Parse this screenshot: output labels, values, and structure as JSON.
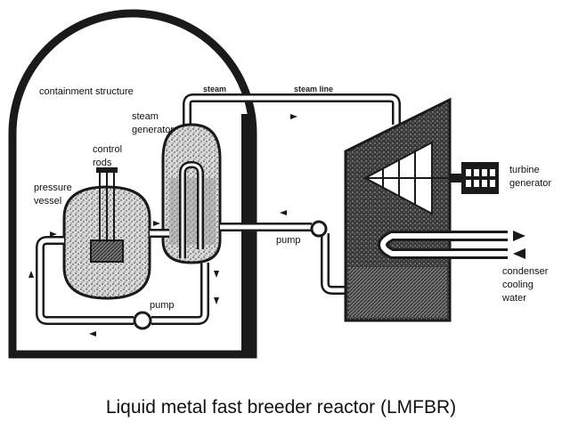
{
  "labels": {
    "containment": "containment structure",
    "steam_gen_1": "steam",
    "steam_gen_2": "generator",
    "control_1": "control",
    "control_2": "rods",
    "pressure_1": "pressure",
    "pressure_2": "vessel",
    "pump_secondary": "pump",
    "pump_primary": "pump",
    "turbine_1": "turbine",
    "turbine_2": "generator",
    "condenser_1": "condenser",
    "condenser_2": "cooling",
    "condenser_3": "water",
    "steam_pipe": "steam",
    "steam_line": "steam line"
  },
  "caption": "Liquid metal fast breeder reactor (LMFBR)",
  "colors": {
    "ink": "#1a1a1a",
    "speckle": "#2a2a2a",
    "paper": "#ffffff"
  }
}
